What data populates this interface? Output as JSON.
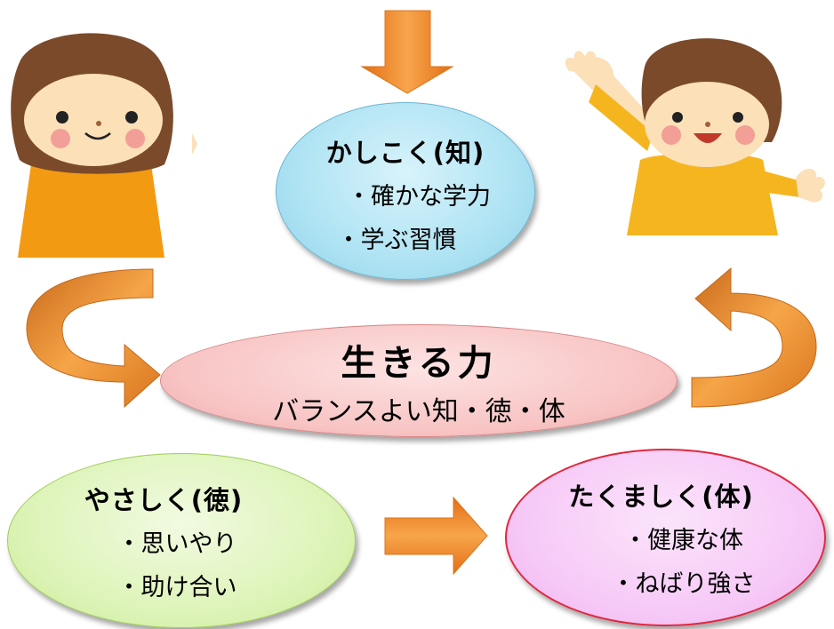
{
  "center": {
    "title": "生きる力",
    "subtitle": "バランスよい知・徳・体"
  },
  "top": {
    "title": "かしこく(知)",
    "items": [
      "・確かな学力",
      "・学ぶ習慣"
    ]
  },
  "left": {
    "title": "やさしく(徳)",
    "items": [
      "・思いやり",
      "・助け合い"
    ]
  },
  "right": {
    "title": "たくましく(体)",
    "items": [
      "・健康な体",
      "・ねばり強さ"
    ]
  },
  "colors": {
    "arrow": "#f08a2a",
    "top_fill": "#aee3f3",
    "center_fill": "#f8c4c4",
    "left_fill": "#dcf3b6",
    "right_fill": "#f6c8f6",
    "right_border": "#e0283f",
    "girl_shirt": "#f29a11",
    "boy_shirt": "#f5b51e",
    "skin": "#fbe0b8",
    "hair": "#7a4a2a"
  },
  "icons": [
    "down-arrow-icon",
    "curved-arrow-left-icon",
    "curved-arrow-right-icon",
    "right-arrow-icon",
    "girl-illustration",
    "boy-illustration"
  ]
}
